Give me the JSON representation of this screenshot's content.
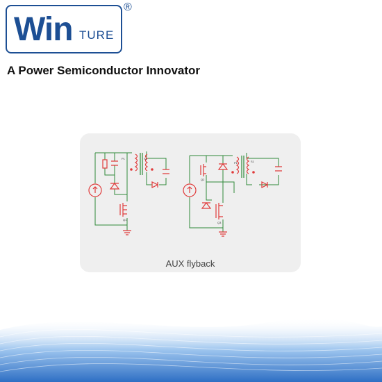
{
  "brand": {
    "logo_main": "Win",
    "logo_suffix": "TURE",
    "registered": "®",
    "tagline": "A Power Semiconductor Innovator"
  },
  "figure": {
    "caption": "AUX flyback",
    "left_circuit": {
      "labels": [
        "P1",
        "S1",
        "Q1"
      ]
    },
    "right_circuit": {
      "labels": [
        "P1",
        "S1",
        "Q2",
        "Q3"
      ]
    }
  },
  "colors": {
    "brand_blue": "#1d4f94",
    "circuit_red": "#e03a3a",
    "circuit_green": "#2f8a3a",
    "card_bg": "#efefef",
    "wave_blue": "#3a7fd0"
  }
}
